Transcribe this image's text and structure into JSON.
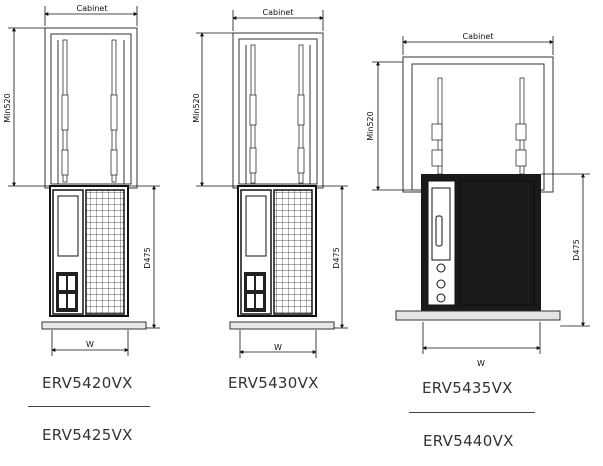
{
  "diagrams": [
    {
      "cabinet_label": "Cabinet",
      "min_label": "Min520",
      "depth_label": "D475",
      "width_label": "W",
      "models": [
        "ERV5420VX",
        "ERV5425VX"
      ]
    },
    {
      "cabinet_label": "Cabinet",
      "min_label": "Min520",
      "depth_label": "D475",
      "width_label": "W",
      "models": [
        "ERV5430VX"
      ]
    },
    {
      "cabinet_label": "Cabinet",
      "min_label": "Min520",
      "depth_label": "D475",
      "width_label": "W",
      "models": [
        "ERV5435VX",
        "ERV5440VX"
      ]
    }
  ]
}
